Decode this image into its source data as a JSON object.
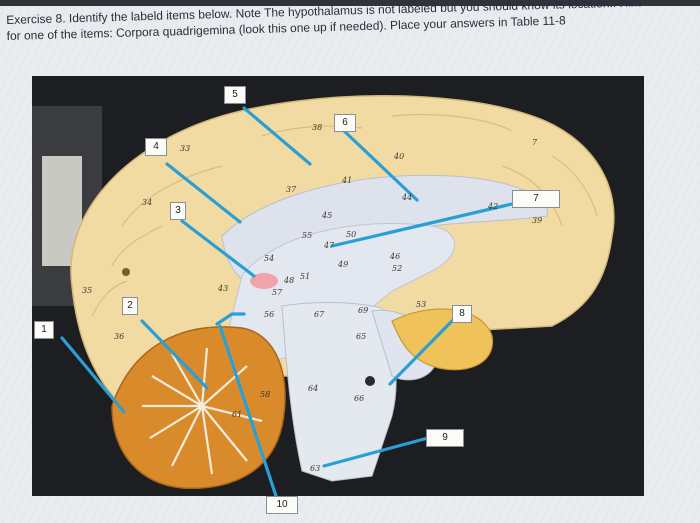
{
  "instructions": {
    "line1": "Exercise 8. Identify the labeld items below. Note The hypothalamus is not labeled but you should know its location.. Hint",
    "line2": "for one of the items: Corpora quadrigemina (look this one up if needed). Place your answers in Table 11-8"
  },
  "labels": {
    "l1": "1",
    "l2": "2",
    "l3": "3",
    "l4": "4",
    "l5": "5",
    "l6": "6",
    "l7": "7",
    "l8": "8",
    "l9": "9",
    "l10": "10"
  },
  "model_numbers": {
    "n33": "33",
    "n38": "38",
    "n40": "40",
    "n41": "41",
    "n37": "37",
    "n44": "44",
    "n34": "34",
    "n45": "45",
    "n42": "42",
    "n39": "39",
    "n55": "55",
    "n47": "47",
    "n50": "50",
    "n54": "54",
    "n46": "46",
    "n49": "49",
    "n51": "51",
    "n52": "52",
    "n35": "35",
    "n43": "43",
    "n57": "57",
    "n48": "48",
    "n53": "53",
    "n36": "36",
    "n56": "56",
    "n67": "67",
    "n69": "69",
    "n65": "65",
    "n58": "58",
    "n64": "64",
    "n61": "61",
    "n66": "66",
    "n63": "63",
    "n7": "7"
  },
  "colors": {
    "pointer": "#2a9fd6",
    "cerebrum": "#f3dca5",
    "cerebellum": "#d98a2a",
    "midline": "#dfe3ec"
  }
}
